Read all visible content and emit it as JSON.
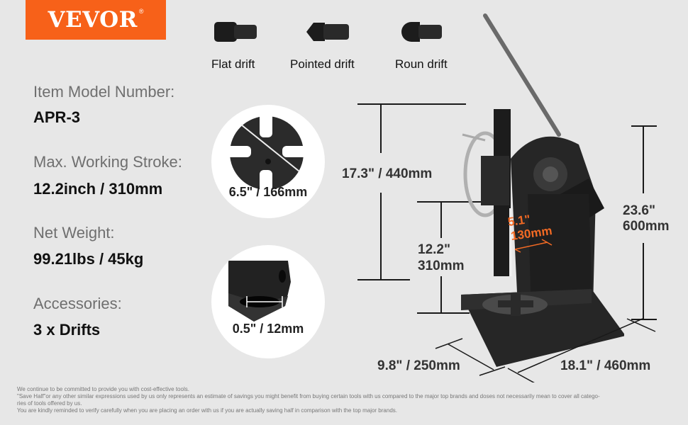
{
  "brand": {
    "name": "VEVOR",
    "registered_mark": "®",
    "color": "#f76119"
  },
  "drifts": [
    {
      "label": "Flat drift",
      "icon": "flat-drift-icon"
    },
    {
      "label": "Pointed drift",
      "icon": "pointed-drift-icon"
    },
    {
      "label": "Roun drift",
      "icon": "round-drift-icon"
    }
  ],
  "specs": [
    {
      "label": "Item Model Number:",
      "value": "APR-3"
    },
    {
      "label": "Max. Working Stroke:",
      "value": "12.2inch / 310mm"
    },
    {
      "label": "Net Weight:",
      "value": "99.21lbs / 45kg"
    },
    {
      "label": "Accessories:",
      "value": "3 x Drifts"
    }
  ],
  "details": [
    {
      "label": "6.5\" / 166mm",
      "subject": "ram-plate-diameter"
    },
    {
      "label": "0.5\" / 12mm",
      "subject": "ram-hole-diameter"
    }
  ],
  "dimensions": {
    "total_reach": "17.3\" / 440mm",
    "stroke_in": "12.2\"",
    "stroke_mm": "310mm",
    "throat_in": "5.1\"",
    "throat_mm": "130mm",
    "height_in": "23.6\"",
    "height_mm": "600mm",
    "width": "9.8\" / 250mm",
    "length": "18.1\" / 460mm",
    "accent_color": "#f26a24"
  },
  "disclaimer": [
    "We continue to be committed to provide you with cost-effective tools.",
    "\"Save Half\"or any other similar expressions used by us only represents an estimate of savings you might benefit from buying certain tools with us compared to the major top brands and doses not necessarily mean to cover all catego-",
    "ries of tools offered by us.",
    "You are kindly reminded to verify carefully when you are placing an order with us if you are actually saving half in comparison with the top major brands."
  ]
}
